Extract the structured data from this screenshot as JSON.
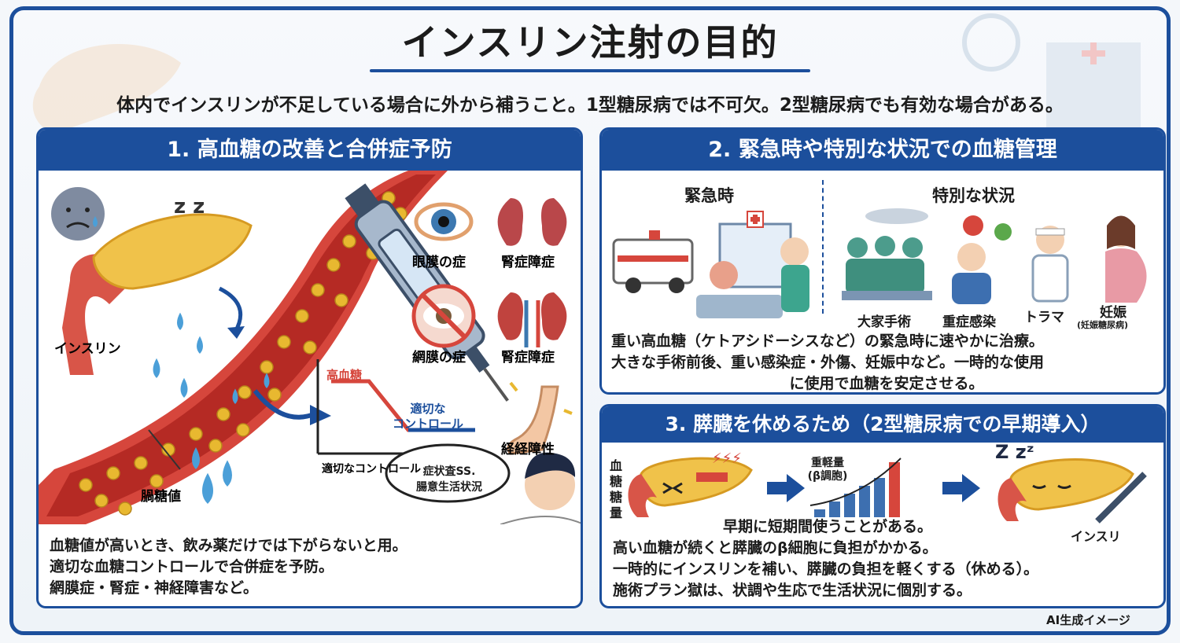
{
  "title": "インスリン注射の目的",
  "subtitle": "体内でインスリンが不足している場合に外から補うこと。1型糖尿病では不可欠。2型糖尿病でも有効な場合がある。",
  "section1": {
    "heading": "1. 高血糖の改善と合併症予防",
    "labels": {
      "insulin": "インスリン",
      "blood_sugar": "腡糖値",
      "eye1": "眼膜の症",
      "kidney1": "腎症障症",
      "eye2": "網膜の症",
      "kidney2": "腎症障症",
      "nerve": "経経障性"
    },
    "graph": {
      "high": "高血糖",
      "control": "適切な\nコントロール",
      "axis": "適切なコントロール"
    },
    "speech": "症状査SS.\n腸意生活状況",
    "text": [
      "血糖値が高いとき、飲み薬だけでは下がらないと用。",
      "適切な血糖コントロールで合併症を予防。",
      "網膜症・腎症・神経障害など。"
    ]
  },
  "section2": {
    "heading": "2. 緊急時や特別な状況での血糖管理",
    "emergency_label": "緊急時",
    "special_label": "特別な状況",
    "cases": [
      "大家手術",
      "重症感染",
      "トラマ",
      "妊娠"
    ],
    "case_note": "(妊娠糖尿病)",
    "text": [
      "重い高血糖（ケトアシドーシスなど）の緊急時に速やかに治療。",
      "大きな手術前後、重い感染症・外傷、妊娠中など。一時的な使用",
      "に使用で血糖を安定させる。"
    ]
  },
  "section3": {
    "heading": "3. 膵臓を休めるため（2型糖尿病での早期導入）",
    "side_label": "血糖糖量",
    "graph_label": "重軽量\n(β調胞)",
    "bar_values": [
      1,
      2,
      3,
      4,
      5,
      7
    ],
    "insulin_label": "インスリ",
    "text": [
      "早期に短期間使うことがある。",
      "高い血糖が続くと膵臓のβ細胞に負担がかかる。",
      "一時的にインスリンを補い、膵臓の負担を軽くする（休める）。",
      "施術プラン獄は、状調や生応で生活状況に個別する。"
    ]
  },
  "footer": "AI生成イメージ",
  "colors": {
    "navy": "#1c4f9c",
    "vessel": "#c8342c",
    "fat": "#e8b830",
    "organ": "#f0c24a",
    "water": "#4b9fd8"
  }
}
